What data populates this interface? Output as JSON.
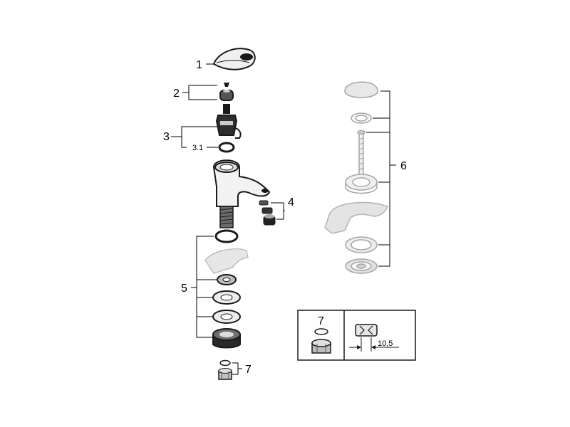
{
  "labels": {
    "p1": "1",
    "p2": "2",
    "p3": "3",
    "p3_1": "3.1",
    "p4": "4",
    "p5": "5",
    "p6": "6",
    "p7": "7",
    "inset_7": "7",
    "inset_dim": "10,5"
  },
  "colors": {
    "line": "#000000",
    "part_dark": "#1a1a1a",
    "part_mid": "#8c8c8c",
    "part_light": "#d9d9d9",
    "ghost": "#b3b3b3",
    "ghost_fill": "#e6e6e6"
  }
}
